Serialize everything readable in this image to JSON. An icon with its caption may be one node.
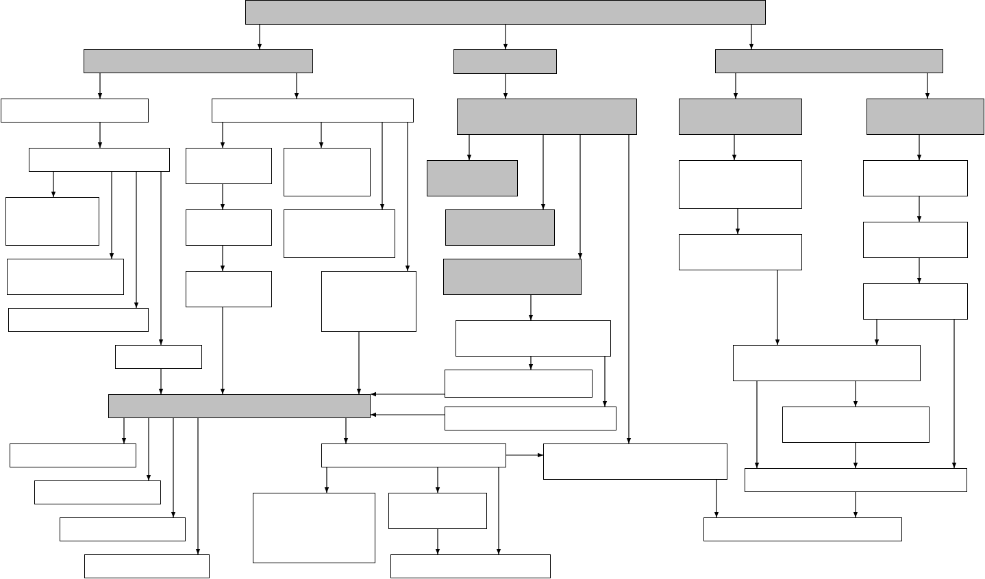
{
  "diagram": {
    "nodes": [
      {
        "text": [],
        "shape": "box"
      },
      {
        "text": [],
        "shape": "box"
      },
      {
        "text": [],
        "shape": "box"
      },
      {
        "text": [],
        "shape": "box"
      },
      {
        "text": [],
        "shape": "box"
      },
      {
        "text": [],
        "shape": "box"
      },
      {
        "text": [],
        "shape": "box"
      },
      {
        "text": [],
        "shape": "box"
      },
      {
        "text": [],
        "shape": "box"
      },
      {
        "text": [],
        "shape": "box"
      },
      {
        "text": [],
        "shape": "box"
      },
      {
        "text": [],
        "shape": "box"
      },
      {
        "text": [],
        "shape": "box"
      },
      {
        "text": [],
        "shape": "box"
      },
      {
        "text": [],
        "shape": "box"
      },
      {
        "text": [],
        "shape": "box"
      },
      {
        "text": [],
        "shape": "box"
      },
      {
        "text": [],
        "shape": "box"
      },
      {
        "text": [],
        "shape": "box"
      },
      {
        "text": [],
        "shape": "box"
      },
      {
        "text": [],
        "shape": "box"
      },
      {
        "text": [],
        "shape": "box"
      },
      {
        "text": [],
        "shape": "box"
      },
      {
        "text": [],
        "shape": "box"
      },
      {
        "text": [],
        "shape": "box"
      },
      {
        "text": [],
        "shape": "box"
      },
      {
        "text": [],
        "shape": "box"
      },
      {
        "text": [],
        "shape": "box"
      },
      {
        "text": [],
        "shape": "box"
      },
      {
        "text": [],
        "shape": "box"
      },
      {
        "text": [],
        "shape": "box"
      },
      {
        "text": [],
        "shape": "box"
      },
      {
        "text": [],
        "shape": "box"
      },
      {
        "text": [],
        "shape": "box"
      },
      {
        "text": [],
        "shape": "box"
      },
      {
        "text": [],
        "shape": "box"
      },
      {
        "text": [],
        "shape": "box"
      },
      {
        "text": [],
        "shape": "box"
      },
      {
        "text": [],
        "shape": "box"
      },
      {
        "text": [],
        "shape": "box"
      },
      {
        "text": [],
        "shape": "box"
      },
      {
        "text": [],
        "shape": "box"
      },
      {
        "text": [],
        "shape": "box"
      },
      {
        "text": [],
        "shape": "box"
      },
      {
        "text": [],
        "shape": "box"
      }
    ],
    "edges": [
      {
        "from": 0,
        "to": 1,
        "arrow": "to"
      },
      {
        "from": 0,
        "to": 2,
        "arrow": "to"
      },
      {
        "from": 0,
        "to": 3,
        "arrow": "to"
      },
      {
        "from": 1,
        "to": 4,
        "arrow": "to"
      },
      {
        "from": 1,
        "to": 5,
        "arrow": "to"
      },
      {
        "from": 2,
        "to": 6,
        "arrow": "to"
      },
      {
        "from": 3,
        "to": 7,
        "arrow": "to"
      },
      {
        "from": 3,
        "to": 8,
        "arrow": "to"
      },
      {
        "from": 4,
        "to": 9,
        "arrow": "to"
      },
      {
        "from": 5,
        "to": 10,
        "arrow": "to"
      },
      {
        "from": 5,
        "to": 11,
        "arrow": "to"
      },
      {
        "from": 5,
        "to": 17,
        "arrow": "to"
      },
      {
        "from": 5,
        "to": 24,
        "arrow": "to"
      },
      {
        "from": 6,
        "to": 12,
        "arrow": "to"
      },
      {
        "from": 6,
        "to": 18,
        "arrow": "to"
      },
      {
        "from": 6,
        "to": 22,
        "arrow": "to"
      },
      {
        "from": 6,
        "to": 36,
        "arrow": "to"
      },
      {
        "from": 7,
        "to": 13,
        "arrow": "to"
      },
      {
        "from": 8,
        "to": 14,
        "arrow": "to"
      },
      {
        "from": 9,
        "to": 15,
        "arrow": "to"
      },
      {
        "from": 9,
        "to": 21,
        "arrow": "to"
      },
      {
        "from": 9,
        "to": 26,
        "arrow": "to"
      },
      {
        "from": 9,
        "to": 28,
        "arrow": "to"
      },
      {
        "from": 10,
        "to": 16,
        "arrow": "to"
      },
      {
        "from": 16,
        "to": 23,
        "arrow": "to"
      },
      {
        "from": 13,
        "to": 20,
        "arrow": "to"
      },
      {
        "from": 14,
        "to": 19,
        "arrow": "to"
      },
      {
        "from": 19,
        "to": 25,
        "arrow": "to"
      },
      {
        "from": 22,
        "to": 27,
        "arrow": "to"
      },
      {
        "from": 27,
        "to": 30,
        "arrow": "to"
      },
      {
        "from": 27,
        "to": 32,
        "arrow": "to"
      },
      {
        "from": 28,
        "to": 31,
        "arrow": "to"
      },
      {
        "from": 23,
        "to": 31,
        "arrow": "to"
      },
      {
        "from": 24,
        "to": 31,
        "arrow": "to"
      },
      {
        "from": 30,
        "to": 31,
        "arrow": "to"
      },
      {
        "from": 32,
        "to": 31,
        "arrow": "to"
      },
      {
        "from": 20,
        "to": 29,
        "arrow": "to"
      },
      {
        "from": 25,
        "to": 29,
        "arrow": "to"
      },
      {
        "from": 25,
        "to": 37,
        "arrow": "to"
      },
      {
        "from": 29,
        "to": 33,
        "arrow": "to"
      },
      {
        "from": 29,
        "to": 37,
        "arrow": "to"
      },
      {
        "from": 33,
        "to": 37,
        "arrow": "to"
      },
      {
        "from": 37,
        "to": 42,
        "arrow": "to"
      },
      {
        "from": 36,
        "to": 42,
        "arrow": "to"
      },
      {
        "from": 31,
        "to": 34,
        "arrow": "to"
      },
      {
        "from": 31,
        "to": 38,
        "arrow": "to"
      },
      {
        "from": 31,
        "to": 41,
        "arrow": "to"
      },
      {
        "from": 31,
        "to": 43,
        "arrow": "to"
      },
      {
        "from": 31,
        "to": 35,
        "arrow": "to"
      },
      {
        "from": 35,
        "to": 36,
        "arrow": "to"
      },
      {
        "from": 35,
        "to": 39,
        "arrow": "to"
      },
      {
        "from": 35,
        "to": 40,
        "arrow": "to"
      },
      {
        "from": 35,
        "to": 44,
        "arrow": "to"
      },
      {
        "from": 40,
        "to": 44,
        "arrow": "to"
      }
    ]
  }
}
